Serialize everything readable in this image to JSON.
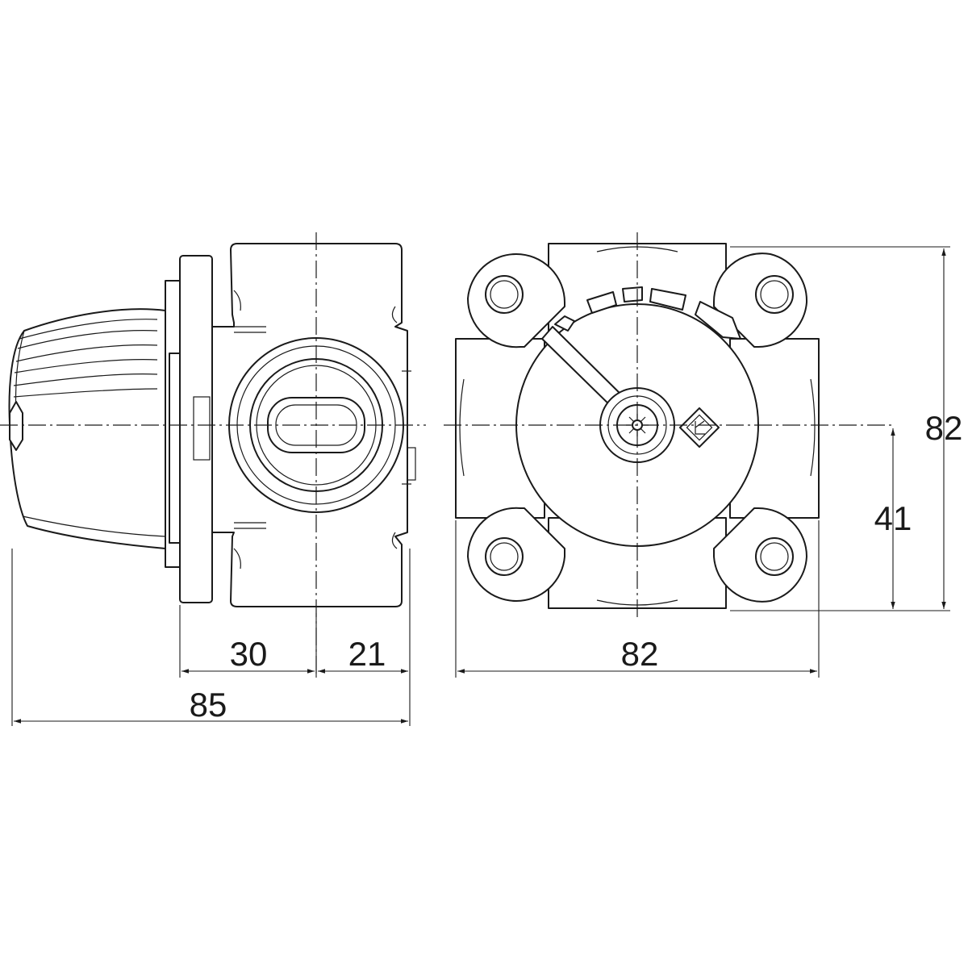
{
  "dimensions": {
    "side_left_depth": "30",
    "side_right_depth": "21",
    "side_total_depth": "85",
    "front_width": "82",
    "front_height": "82",
    "front_half_height": "41"
  }
}
